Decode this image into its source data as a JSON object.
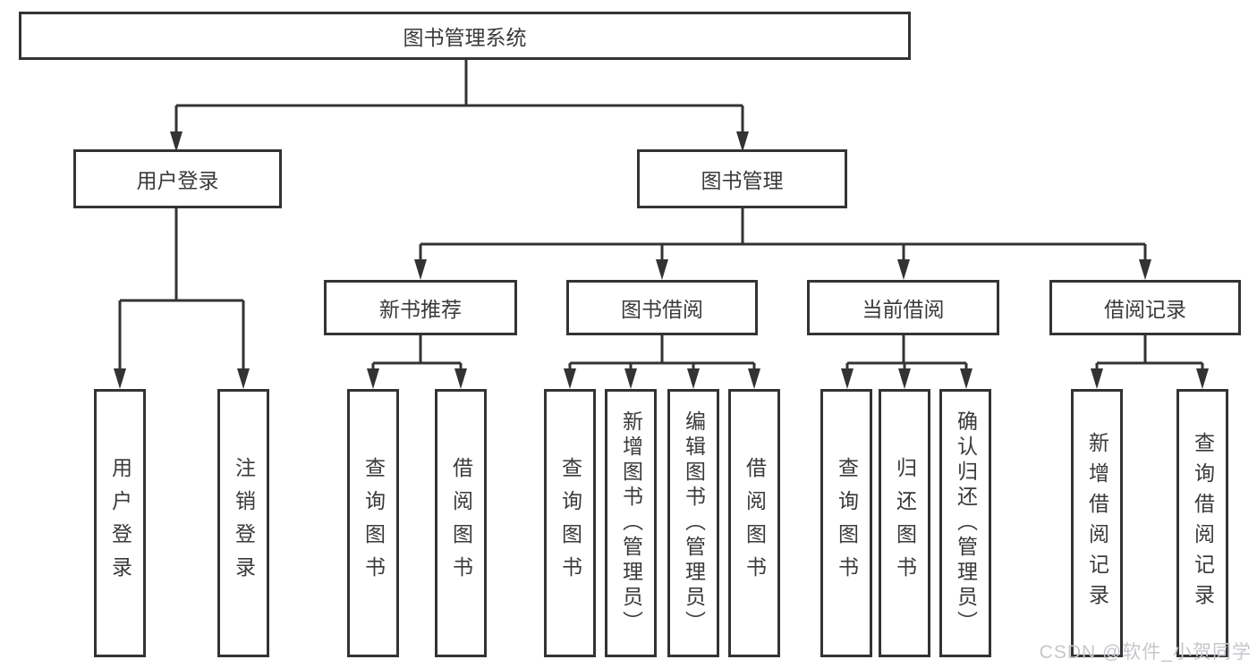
{
  "colors": {
    "line": "#333333",
    "text": "#3a3a3a",
    "watermark": "#c6c6cc",
    "background": "#ffffff"
  },
  "tree": {
    "root": {
      "label": "图书管理系统"
    },
    "branches": [
      {
        "label": "用户登录",
        "children": [
          {
            "label": "用户登录"
          },
          {
            "label": "注销登录"
          }
        ]
      },
      {
        "label": "图书管理",
        "groups": [
          {
            "label": "新书推荐",
            "children": [
              {
                "label": "查询图书"
              },
              {
                "label": "借阅图书"
              }
            ]
          },
          {
            "label": "图书借阅",
            "children": [
              {
                "label": "查询图书"
              },
              {
                "label": "新增图书（管理员）"
              },
              {
                "label": "编辑图书（管理员）"
              },
              {
                "label": "借阅图书"
              }
            ]
          },
          {
            "label": "当前借阅",
            "children": [
              {
                "label": "查询图书"
              },
              {
                "label": "归还图书"
              },
              {
                "label": "确认归还（管理员）"
              }
            ]
          },
          {
            "label": "借阅记录",
            "children": [
              {
                "label": "新增借阅记录"
              },
              {
                "label": "查询借阅记录"
              }
            ]
          }
        ]
      }
    ]
  },
  "watermark": {
    "text": "CSDN @软件_小贺同学"
  }
}
